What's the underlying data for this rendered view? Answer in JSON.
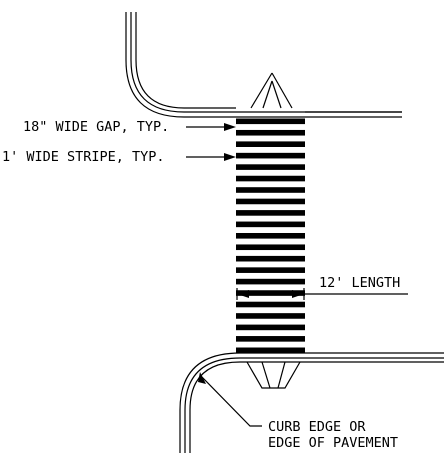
{
  "labels": {
    "gap": "18\" WIDE GAP, TYP.",
    "stripe": "1' WIDE STRIPE, TYP.",
    "length": "12' LENGTH",
    "curb_line1": "CURB EDGE OR",
    "curb_line2": "EDGE OF PAVEMENT"
  },
  "colors": {
    "ink": "#000000",
    "paper": "#ffffff"
  }
}
